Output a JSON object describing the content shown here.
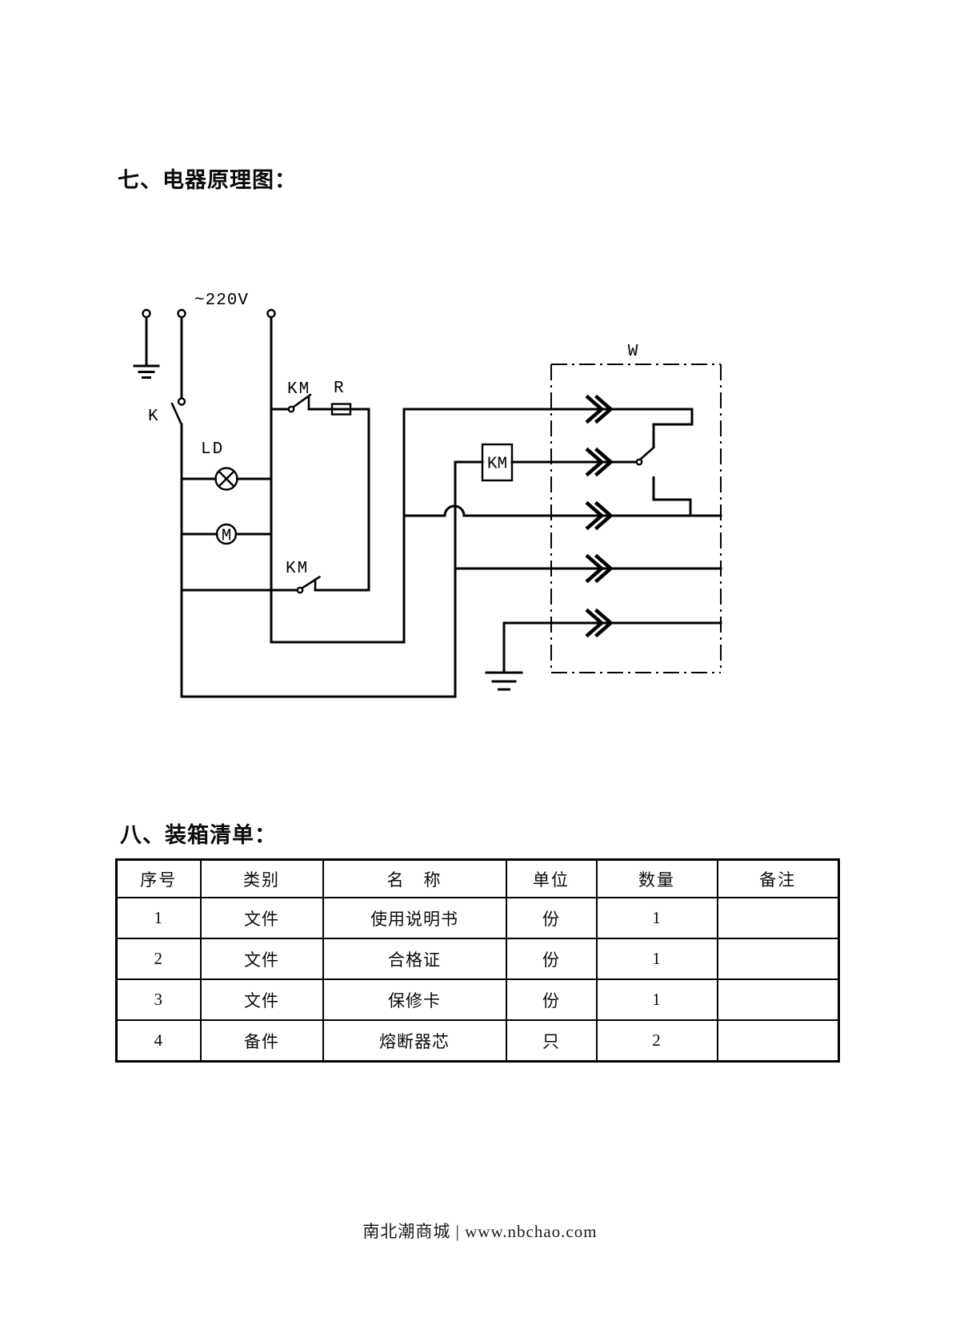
{
  "page": {
    "section7_title": "七、电器原理图：",
    "section8_title": "八、装箱清单：",
    "footer": "南北潮商城 | www.nbchao.com"
  },
  "diagram": {
    "labels": {
      "voltage": "~220V",
      "switch_k": "K",
      "lamp_ld": "LD",
      "motor_m": "M",
      "km_contact_upper": "KM",
      "resistor_r": "R",
      "km_coil": "KM",
      "km_contact_lower": "KM",
      "connector_w": "W"
    }
  },
  "table": {
    "headers": [
      "序号",
      "类别",
      "名　称",
      "单位",
      "数量",
      "备注"
    ],
    "rows": [
      [
        "1",
        "文件",
        "使用说明书",
        "份",
        "1",
        ""
      ],
      [
        "2",
        "文件",
        "合格证",
        "份",
        "1",
        ""
      ],
      [
        "3",
        "文件",
        "保修卡",
        "份",
        "1",
        ""
      ],
      [
        "4",
        "备件",
        "熔断器芯",
        "只",
        "2",
        ""
      ]
    ]
  }
}
